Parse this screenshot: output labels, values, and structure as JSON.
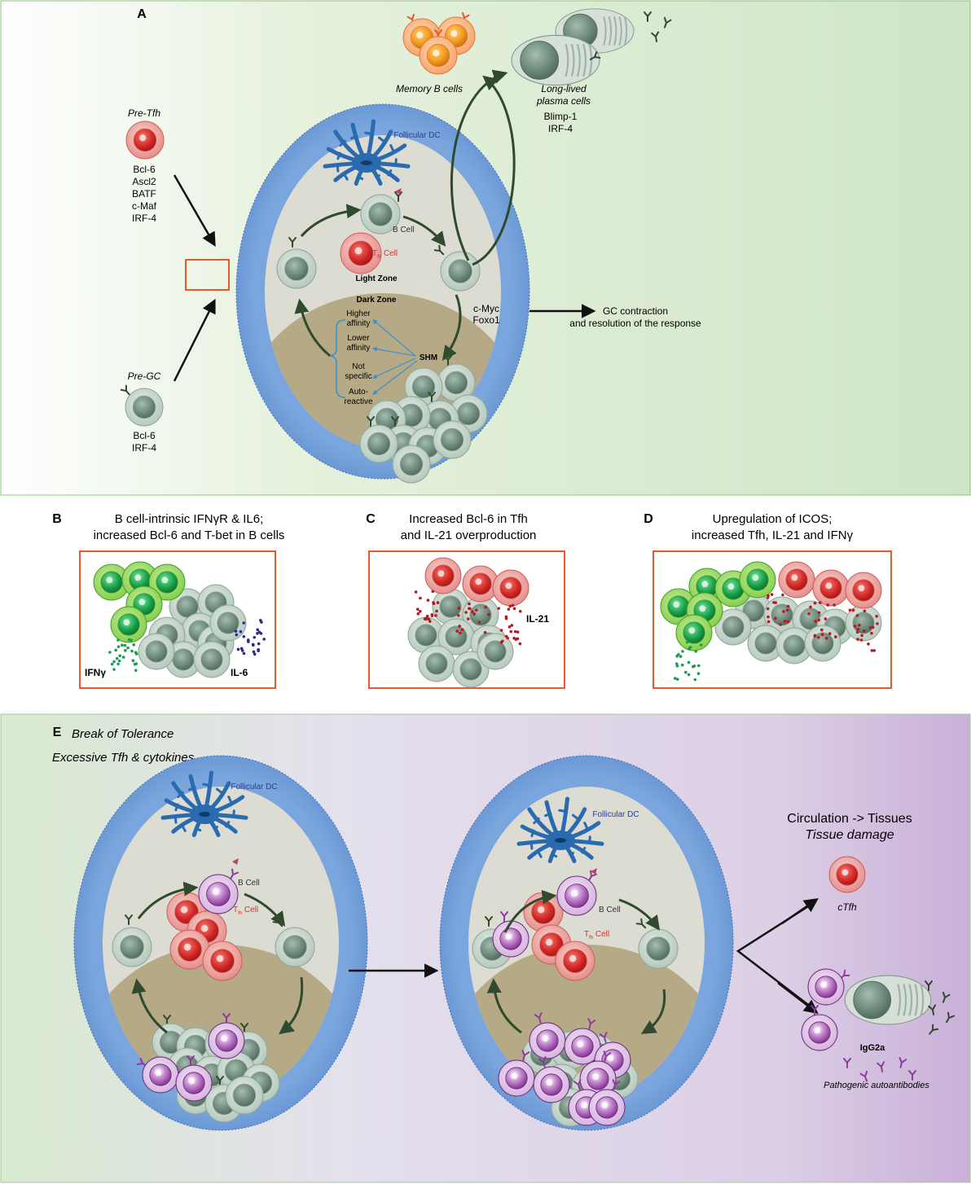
{
  "panel_a": {
    "letter": "A",
    "pre_tfh": {
      "title": "Pre-Tfh",
      "markers": [
        "Bcl-6",
        "Ascl2",
        "BATF",
        "c-Maf",
        "IRF-4"
      ]
    },
    "pre_gc": {
      "title": "Pre-GC",
      "markers": [
        "Bcl-6",
        "IRF-4"
      ]
    },
    "follicular_dc": "Follicular DC",
    "b_cell": "B Cell",
    "tfh_cell": {
      "main": "T",
      "sub": "fh",
      "suffix": " Cell"
    },
    "light_zone": "Light Zone",
    "dark_zone": "Dark Zone",
    "shm": "SHM",
    "shm_outcomes": [
      [
        "Higher",
        "affinity"
      ],
      [
        "Lower",
        "affinity"
      ],
      [
        "Not",
        "specific"
      ],
      [
        "Auto-",
        "reactive"
      ]
    ],
    "myc_foxo": [
      "c-Myc",
      "Foxo1"
    ],
    "contraction": [
      "GC contraction",
      "and resolution of the response"
    ],
    "memory_b": "Memory B cells",
    "plasma": {
      "title": [
        "Long-lived",
        "plasma cells"
      ],
      "markers": [
        "Blimp-1",
        "IRF-4"
      ]
    }
  },
  "panel_b": {
    "letter": "B",
    "title": [
      "B cell-intrinsic IFNγR & IL6;",
      "increased Bcl-6 and T-bet in B cells"
    ],
    "ifn": "IFNγ",
    "il6": "IL-6"
  },
  "panel_c": {
    "letter": "C",
    "title": [
      "Increased Bcl-6 in Tfh",
      "and IL-21 overproduction"
    ],
    "il21": "IL-21"
  },
  "panel_d": {
    "letter": "D",
    "title": [
      "Upregulation of ICOS;",
      "increased Tfh, IL-21 and IFNγ"
    ]
  },
  "panel_e": {
    "letter": "E",
    "subtitle1": "Break of Tolerance",
    "subtitle2": "Excessive Tfh & cytokines",
    "circulation": "Circulation -> Tissues",
    "tissue_damage": "Tissue damage",
    "ctfh": "cTfh",
    "igg2a": "IgG2a",
    "autoantibodies": "Pathogenic autoantibodies"
  },
  "colors": {
    "tfh_red": "#d6312f",
    "b_green": "#7e9a8b",
    "gc_green": "#22a34a",
    "purple": "#8e3a9e",
    "follicle_blue": "#6d9bd6",
    "dc_blue": "#2a6bb0",
    "dark_zone": "#b5aa85",
    "arrow_green": "#2f4a2c",
    "box_orange": "#e8592a"
  }
}
